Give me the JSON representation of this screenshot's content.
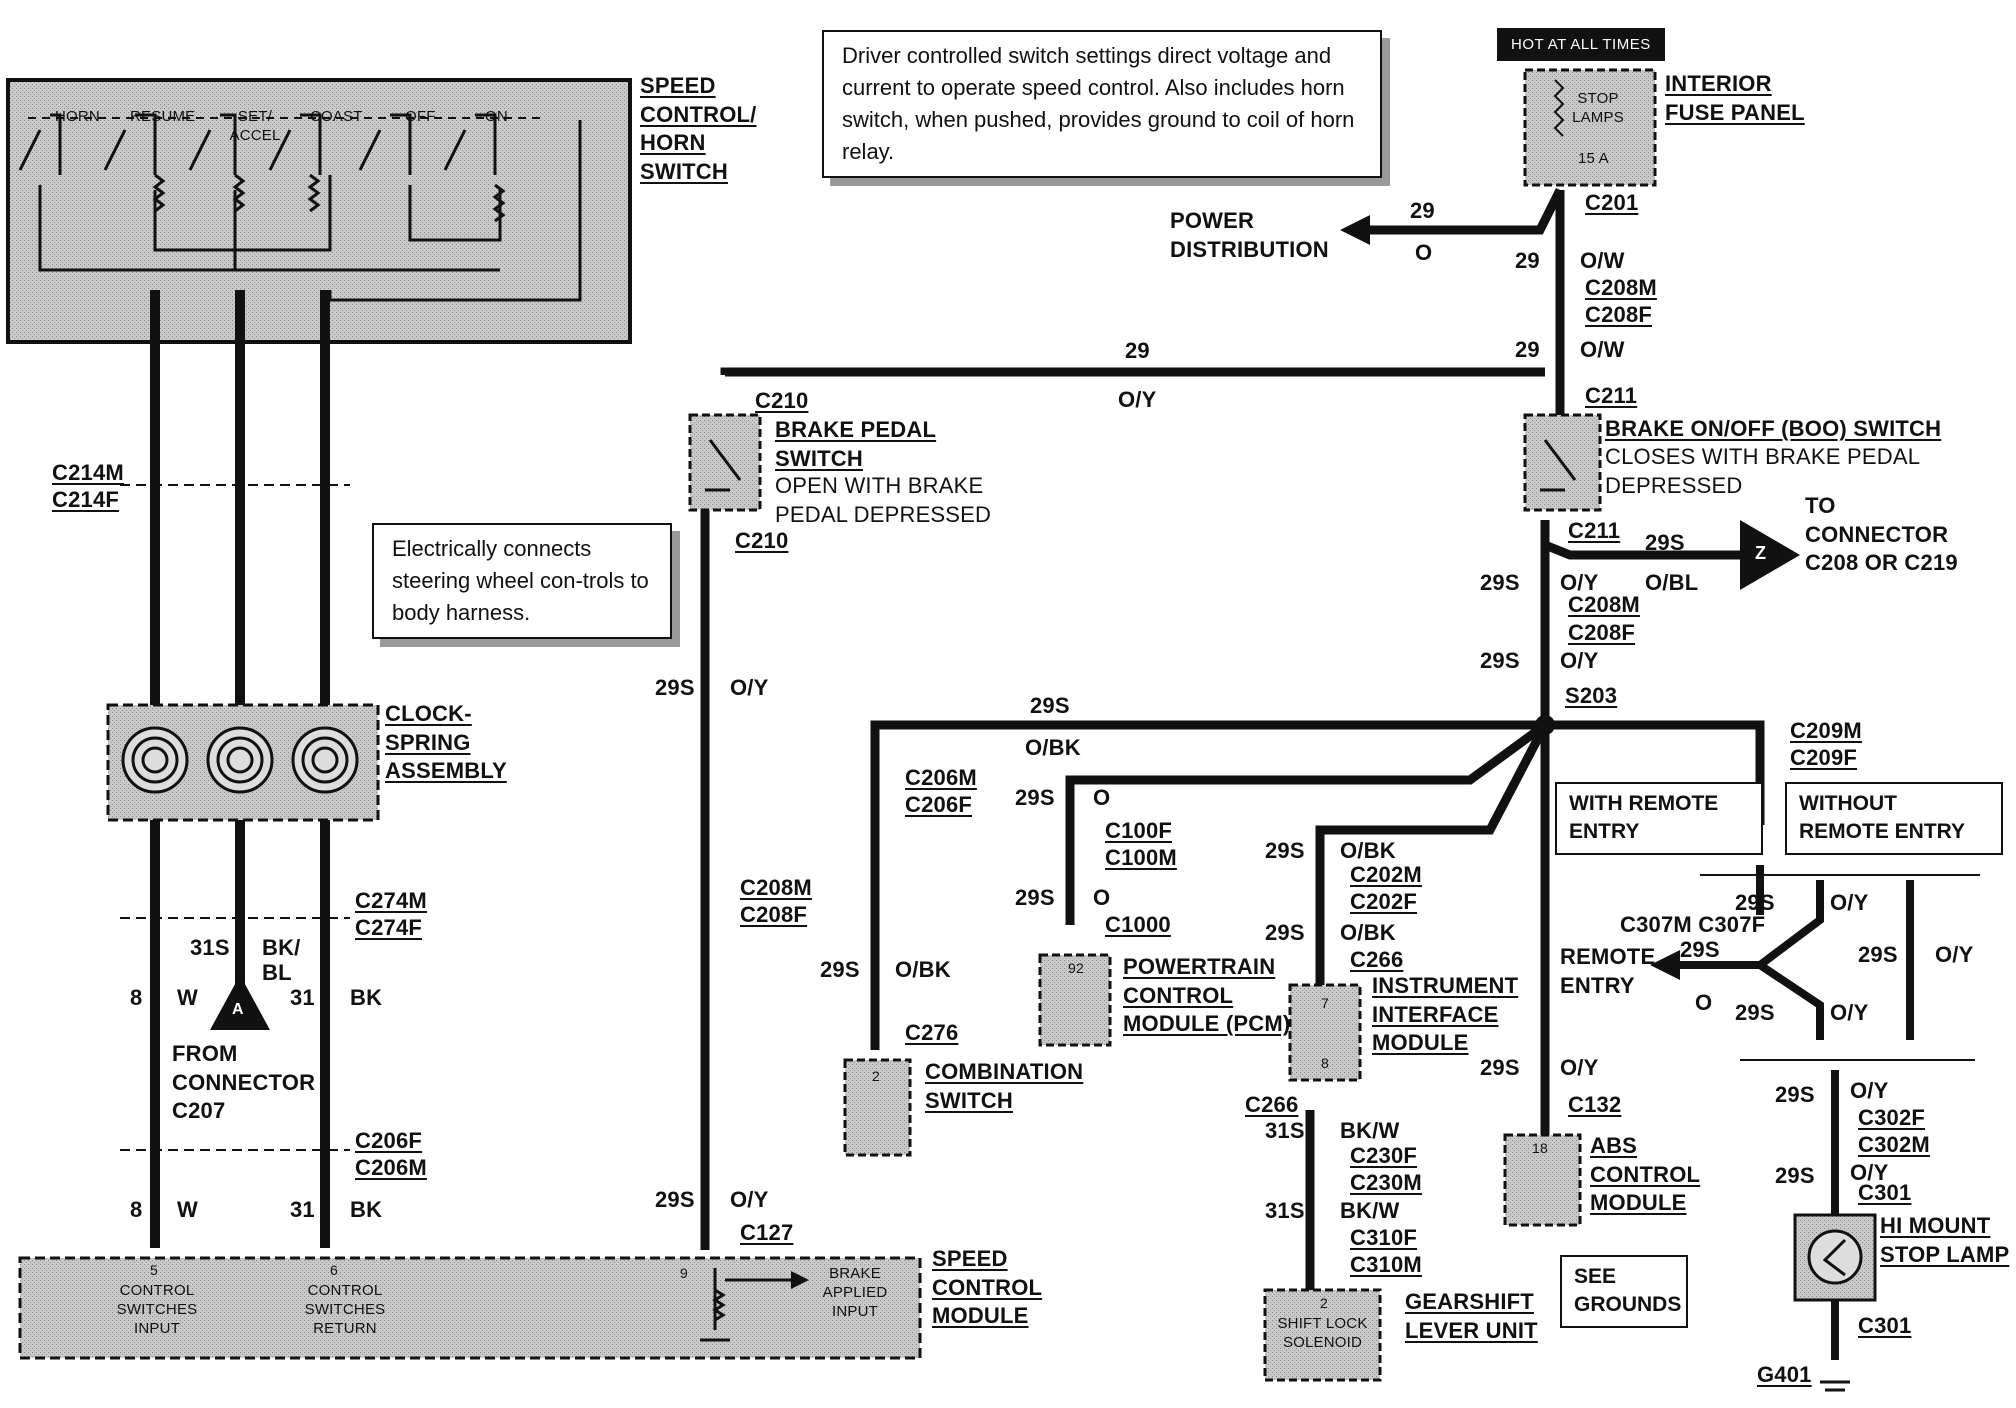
{
  "diagram": {
    "hot_at_all_times": "HOT AT ALL TIMES",
    "callouts": {
      "speed_control_switch": "Driver controlled switch settings direct voltage and current to operate speed control. Also includes horn switch, when pushed, provides ground to coil of horn relay.",
      "clockspring": "Electrically connects steering wheel con-trols to body harness."
    },
    "switch_settings": [
      "HORN",
      "RESUME",
      "SET/ ACCEL",
      "COAST",
      "OFF",
      "ON"
    ],
    "components": {
      "speed_control_horn_switch": "SPEED CONTROL/ HORN SWITCH",
      "interior_fuse_panel": "INTERIOR FUSE PANEL",
      "fuse_label": "STOP LAMPS",
      "fuse_rating": "15 A",
      "power_distribution": "POWER DISTRIBUTION",
      "brake_pedal_switch": "BRAKE PEDAL SWITCH",
      "brake_pedal_switch_note": "OPEN WITH BRAKE PEDAL DEPRESSED",
      "boo_switch": "BRAKE ON/OFF (BOO) SWITCH",
      "boo_switch_note": "CLOSES WITH BRAKE PEDAL DEPRESSED",
      "to_connector": "TO CONNECTOR C208 OR C219",
      "clockspring_assembly": "CLOCK-SPRING ASSEMBLY",
      "from_connector": "FROM CONNECTOR C207",
      "with_remote_entry": "WITH REMOTE ENTRY",
      "without_remote_entry": "WITHOUT REMOTE ENTRY",
      "remote_entry": "REMOTE ENTRY",
      "pcm": "POWERTRAIN CONTROL MODULE (PCM)",
      "instrument_interface": "INSTRUMENT INTERFACE MODULE",
      "combination_switch": "COMBINATION SWITCH",
      "abs_module": "ABS CONTROL MODULE",
      "see_grounds": "SEE GROUNDS",
      "hi_mount_stop_lamp": "HI MOUNT STOP LAMP",
      "gearshift_lever": "GEARSHIFT LEVER UNIT",
      "shift_lock_solenoid": "SHIFT LOCK SOLENOID",
      "speed_control_module": "SPEED CONTROL MODULE",
      "scm_input": "CONTROL SWITCHES INPUT",
      "scm_return": "CONTROL SWITCHES RETURN",
      "scm_brake_input": "BRAKE APPLIED INPUT",
      "connector_a": "A",
      "connector_z": "Z"
    },
    "pins": {
      "pcm": "92",
      "iim_top": "7",
      "iim_bottom": "8",
      "combination": "2",
      "abs": "18",
      "shift_lock": "2",
      "scm_input": "5",
      "scm_return": "6",
      "scm_brake": "9"
    },
    "connectors": {
      "c201": "C201",
      "c208m_c208f": [
        "C208M",
        "C208F"
      ],
      "c210": "C210",
      "c211": "C211",
      "c214": [
        "C214M",
        "C214F"
      ],
      "s203": "S203",
      "c206_top": [
        "C206M",
        "C206F"
      ],
      "c100": [
        "C100F",
        "C100M"
      ],
      "c1000": "C1000",
      "c202": [
        "C202M",
        "C202F"
      ],
      "c266": "C266",
      "c209": [
        "C209M",
        "C209F"
      ],
      "c307": "C307M C307F",
      "c274": [
        "C274M",
        "C274F"
      ],
      "c208_mid": [
        "C208M",
        "C208F"
      ],
      "c276": "C276",
      "c132": "C132",
      "c230": [
        "C230F",
        "C230M"
      ],
      "c310": [
        "C310F",
        "C310M"
      ],
      "c206_bottom": [
        "C206F",
        "C206M"
      ],
      "c127": "C127",
      "c302": [
        "C302F",
        "C302M"
      ],
      "c301": "C301",
      "g401": "G401"
    },
    "wires": {
      "w29": "29",
      "w29s": "29S",
      "w31s": "31S",
      "w31": "31",
      "w8": "8",
      "O": "O",
      "O_W": "O/W",
      "O_Y": "O/Y",
      "O_BK": "O/BK",
      "O_BL": "O/BL",
      "BK_W": "BK/W",
      "BK_BL": "BK/ BL",
      "W": "W",
      "BK": "BK"
    }
  }
}
